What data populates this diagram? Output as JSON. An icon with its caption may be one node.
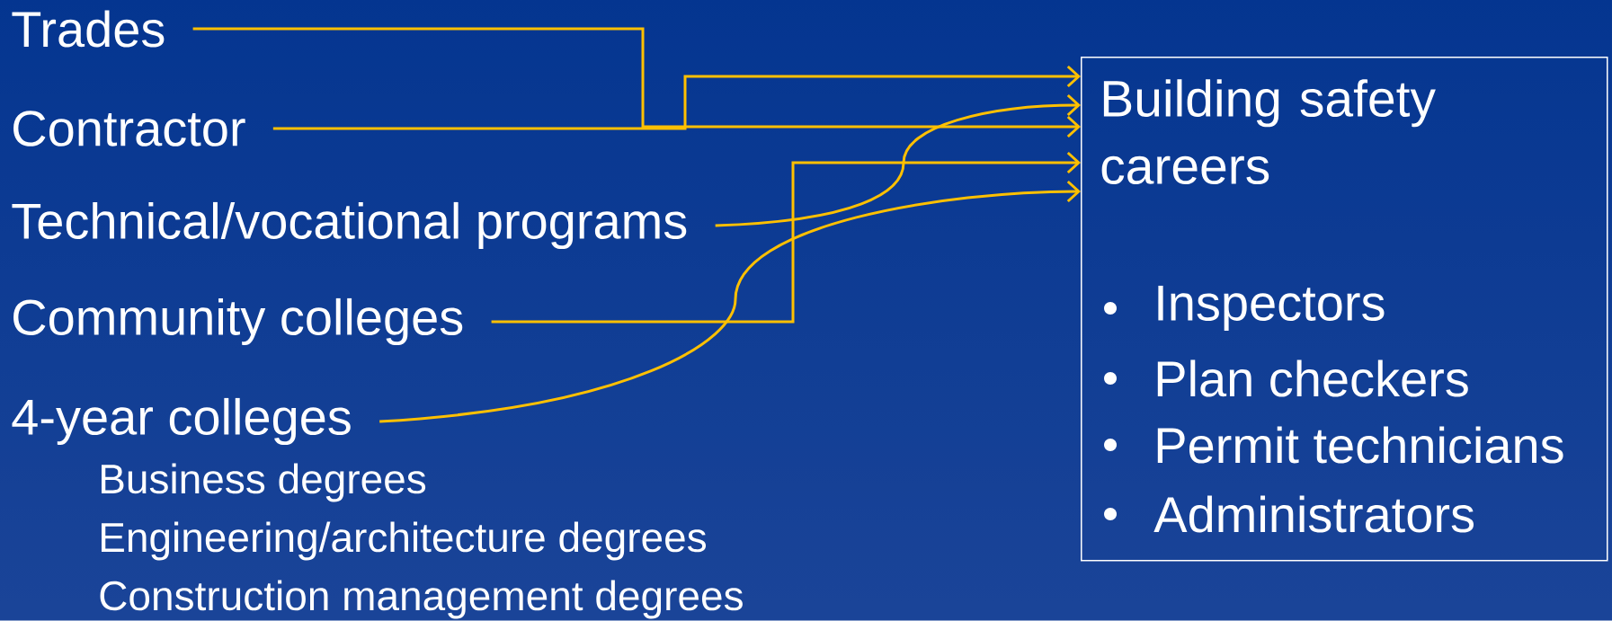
{
  "diagram": {
    "nodes": [
      {
        "text": [
          "Trades"
        ]
      },
      {
        "text": [
          "Contractor"
        ]
      },
      {
        "text": [
          "Technical/vocational programs"
        ]
      },
      {
        "text": [
          "Community colleges"
        ]
      },
      {
        "text": [
          "4-year colleges"
        ]
      },
      {
        "text": [
          "Building safety careers",
          "Inspectors",
          "Plan checkers",
          "Permit technicians",
          "Administrators"
        ]
      }
    ],
    "edges": [
      {
        "from": 0,
        "to": 5,
        "arrow": "to"
      },
      {
        "from": 1,
        "to": 5,
        "arrow": "to"
      },
      {
        "from": 2,
        "to": 5,
        "arrow": "to"
      },
      {
        "from": 3,
        "to": 5,
        "arrow": "to"
      },
      {
        "from": 4,
        "to": 5,
        "arrow": "to"
      }
    ],
    "labels": [
      "Business degrees",
      "Engineering/architecture degrees",
      "Construction management degrees"
    ]
  }
}
